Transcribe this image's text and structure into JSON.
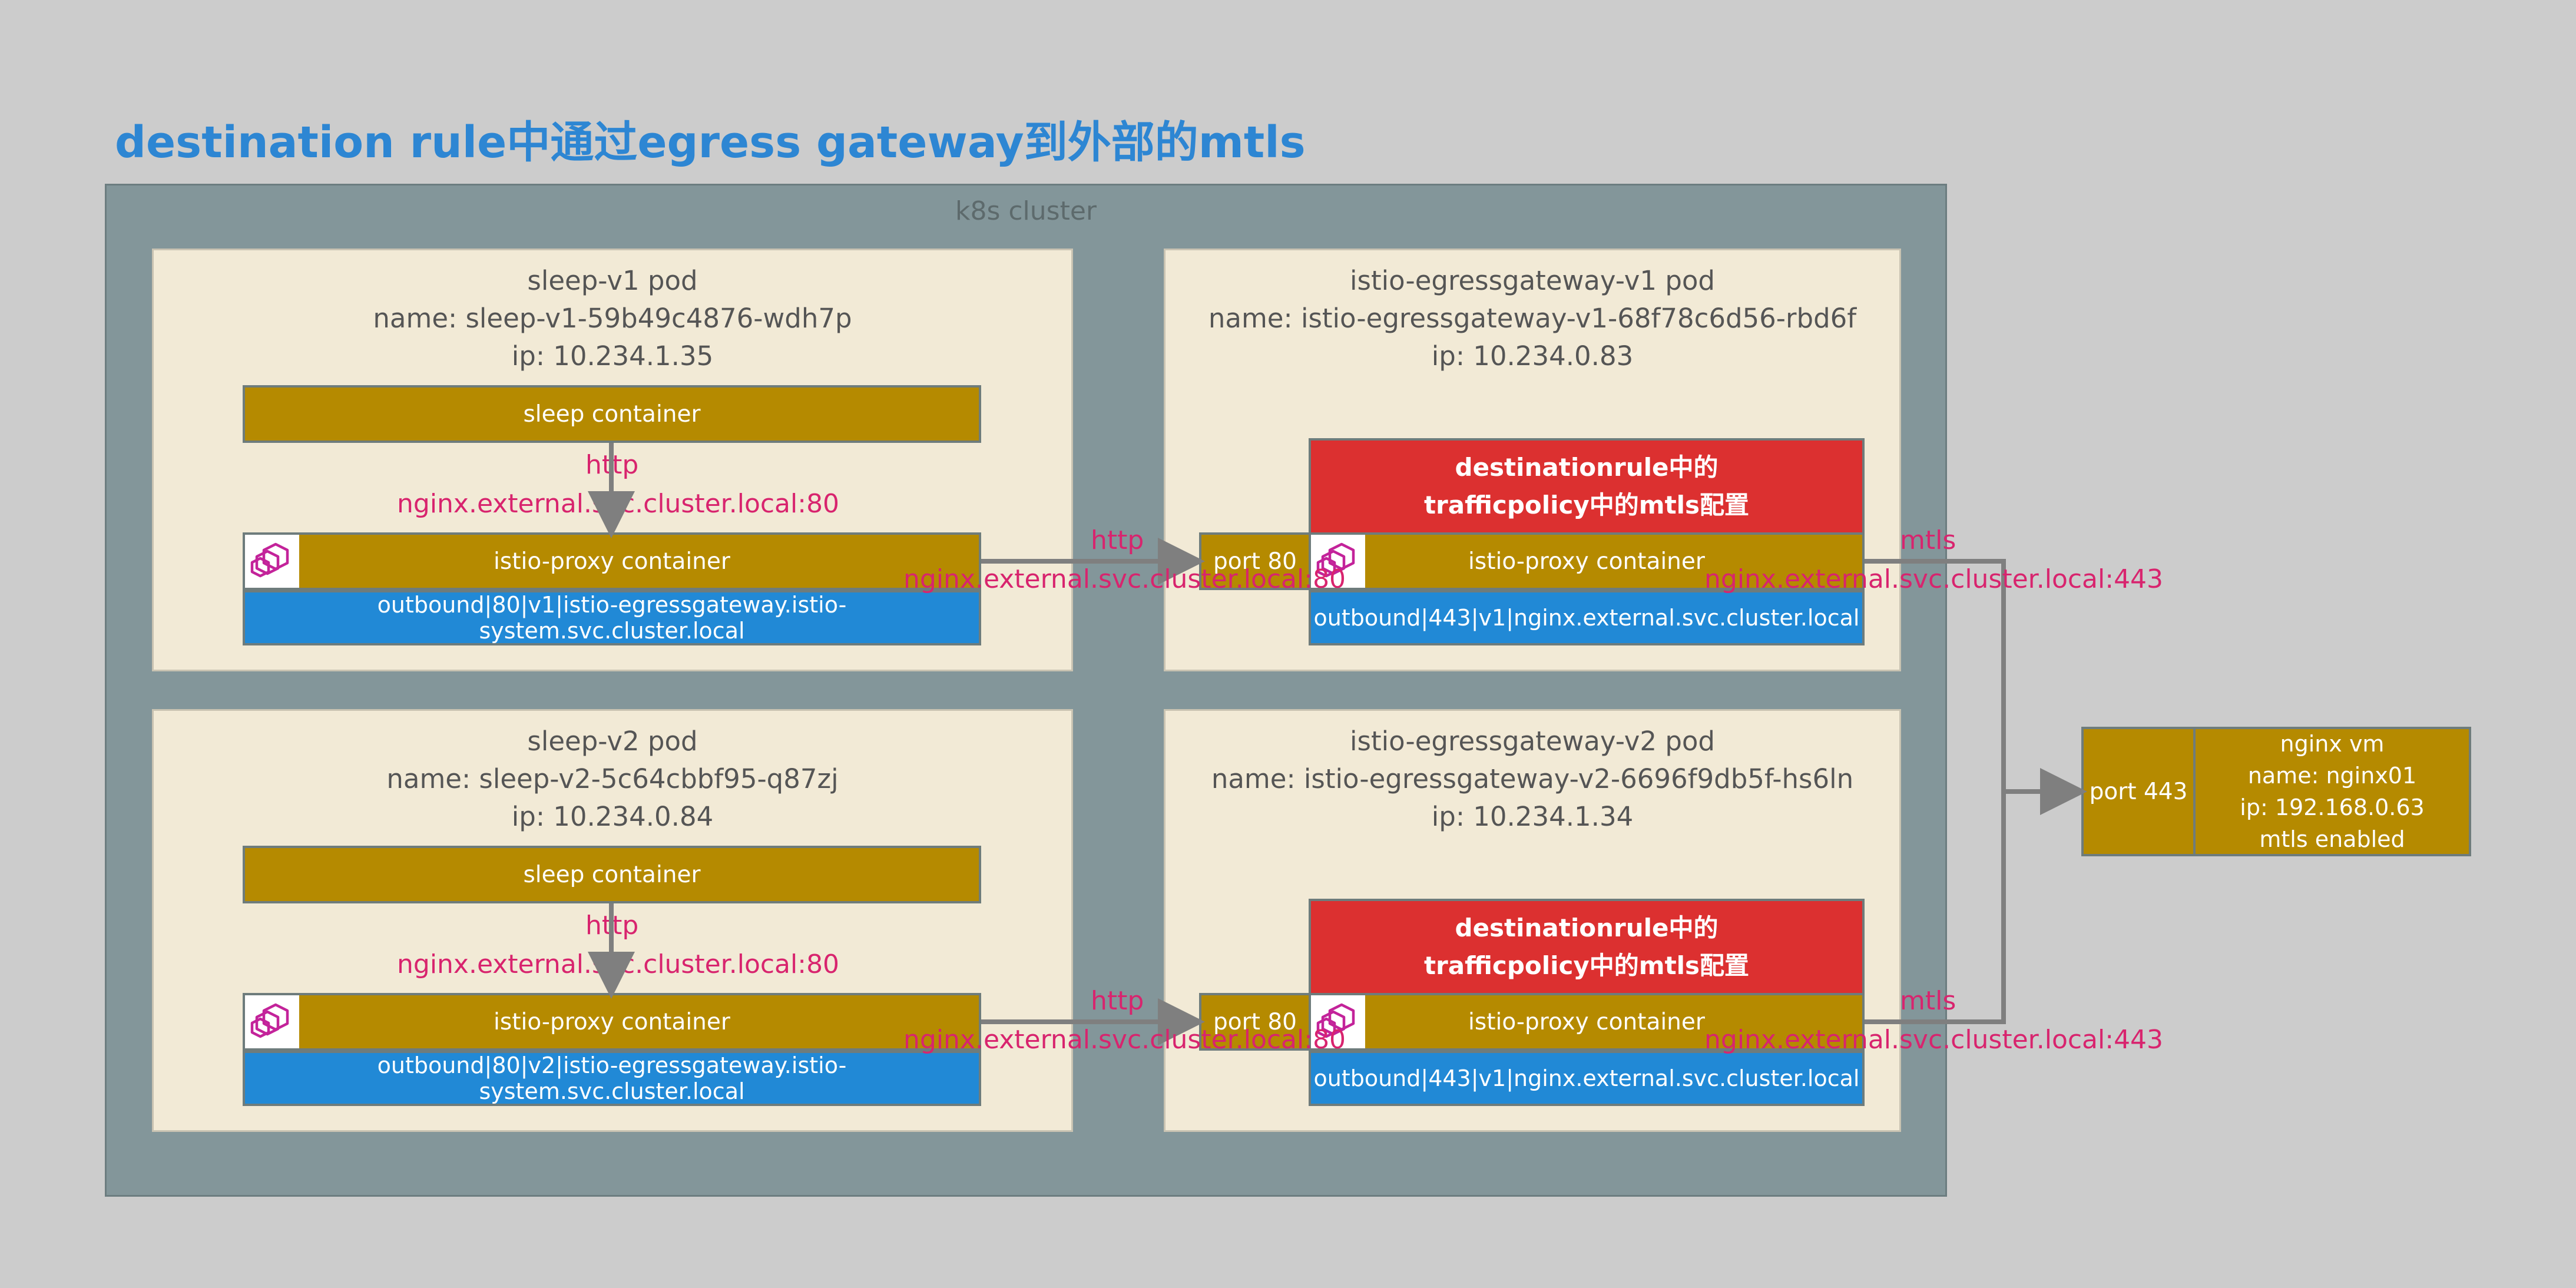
{
  "title": "destination rule中通过egress gateway到外部的mtls",
  "cluster_label": "k8s cluster",
  "pods": [
    {
      "header": [
        "sleep-v1 pod",
        "name: sleep-v1-59b49c4876-wdh7p",
        "ip: 10.234.1.35"
      ],
      "app_container": "sleep container",
      "proxy_container": "istio-proxy container",
      "outbound": "outbound|80|v1|istio-egressgateway.istio-system.svc.cluster.local",
      "protocol": "http",
      "target": "nginx.external.svc.cluster.local:80"
    },
    {
      "header": [
        "istio-egressgateway-v1 pod",
        "name: istio-egressgateway-v1-68f78c6d56-rbd6f",
        "ip: 10.234.0.83"
      ],
      "policy": [
        "destinationrule中的",
        "trafficpolicy中的mtls配置"
      ],
      "port": "port 80",
      "proxy_container": "istio-proxy container",
      "outbound": "outbound|443|v1|nginx.external.svc.cluster.local"
    },
    {
      "header": [
        "sleep-v2 pod",
        "name: sleep-v2-5c64cbbf95-q87zj",
        "ip: 10.234.0.84"
      ],
      "app_container": "sleep container",
      "proxy_container": "istio-proxy container",
      "outbound": "outbound|80|v2|istio-egressgateway.istio-system.svc.cluster.local",
      "protocol": "http",
      "target": "nginx.external.svc.cluster.local:80"
    },
    {
      "header": [
        "istio-egressgateway-v2 pod",
        "name: istio-egressgateway-v2-6696f9db5f-hs6ln",
        "ip: 10.234.1.34"
      ],
      "policy": [
        "destinationrule中的",
        "trafficpolicy中的mtls配置"
      ],
      "port": "port 80",
      "proxy_container": "istio-proxy container",
      "outbound": "outbound|443|v1|nginx.external.svc.cluster.local"
    }
  ],
  "links": [
    {
      "protocol": "http",
      "target": "nginx.external.svc.cluster.local:80"
    },
    {
      "protocol": "mtls",
      "target": "nginx.external.svc.cluster.local:443"
    },
    {
      "protocol": "http",
      "target": "nginx.external.svc.cluster.local:80"
    },
    {
      "protocol": "mtls",
      "target": "nginx.external.svc.cluster.local:443"
    }
  ],
  "vm": {
    "port": "port 443",
    "lines": [
      "nginx vm",
      "name: nginx01",
      "ip: 192.168.0.63",
      "mtls enabled"
    ]
  },
  "colors": {
    "title": "#2d86d3",
    "cluster": "#83969a",
    "pod": "#f2ead6",
    "container": "#b58a00",
    "outbound": "#2189d6",
    "policy": "#dc3030",
    "label": "#d8246e",
    "envoy_icon": "#c3239a"
  },
  "icons": [
    "envoy-icon"
  ]
}
